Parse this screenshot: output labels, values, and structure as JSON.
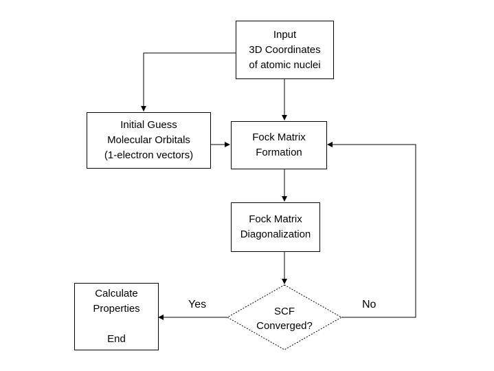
{
  "nodes": {
    "input": [
      "Input",
      "3D Coordinates",
      "of atomic nuclei"
    ],
    "initial_guess": [
      "Initial Guess",
      "Molecular Orbitals",
      "(1-electron vectors)"
    ],
    "fock_formation": [
      "Fock Matrix",
      "Formation"
    ],
    "fock_diagonalization": [
      "Fock Matrix",
      "Diagonalization"
    ],
    "scf_converged": [
      "SCF",
      "Converged?"
    ],
    "calculate": [
      "Calculate",
      "Properties",
      "",
      "End"
    ]
  },
  "edges": {
    "yes_label": "Yes",
    "no_label": "No"
  }
}
